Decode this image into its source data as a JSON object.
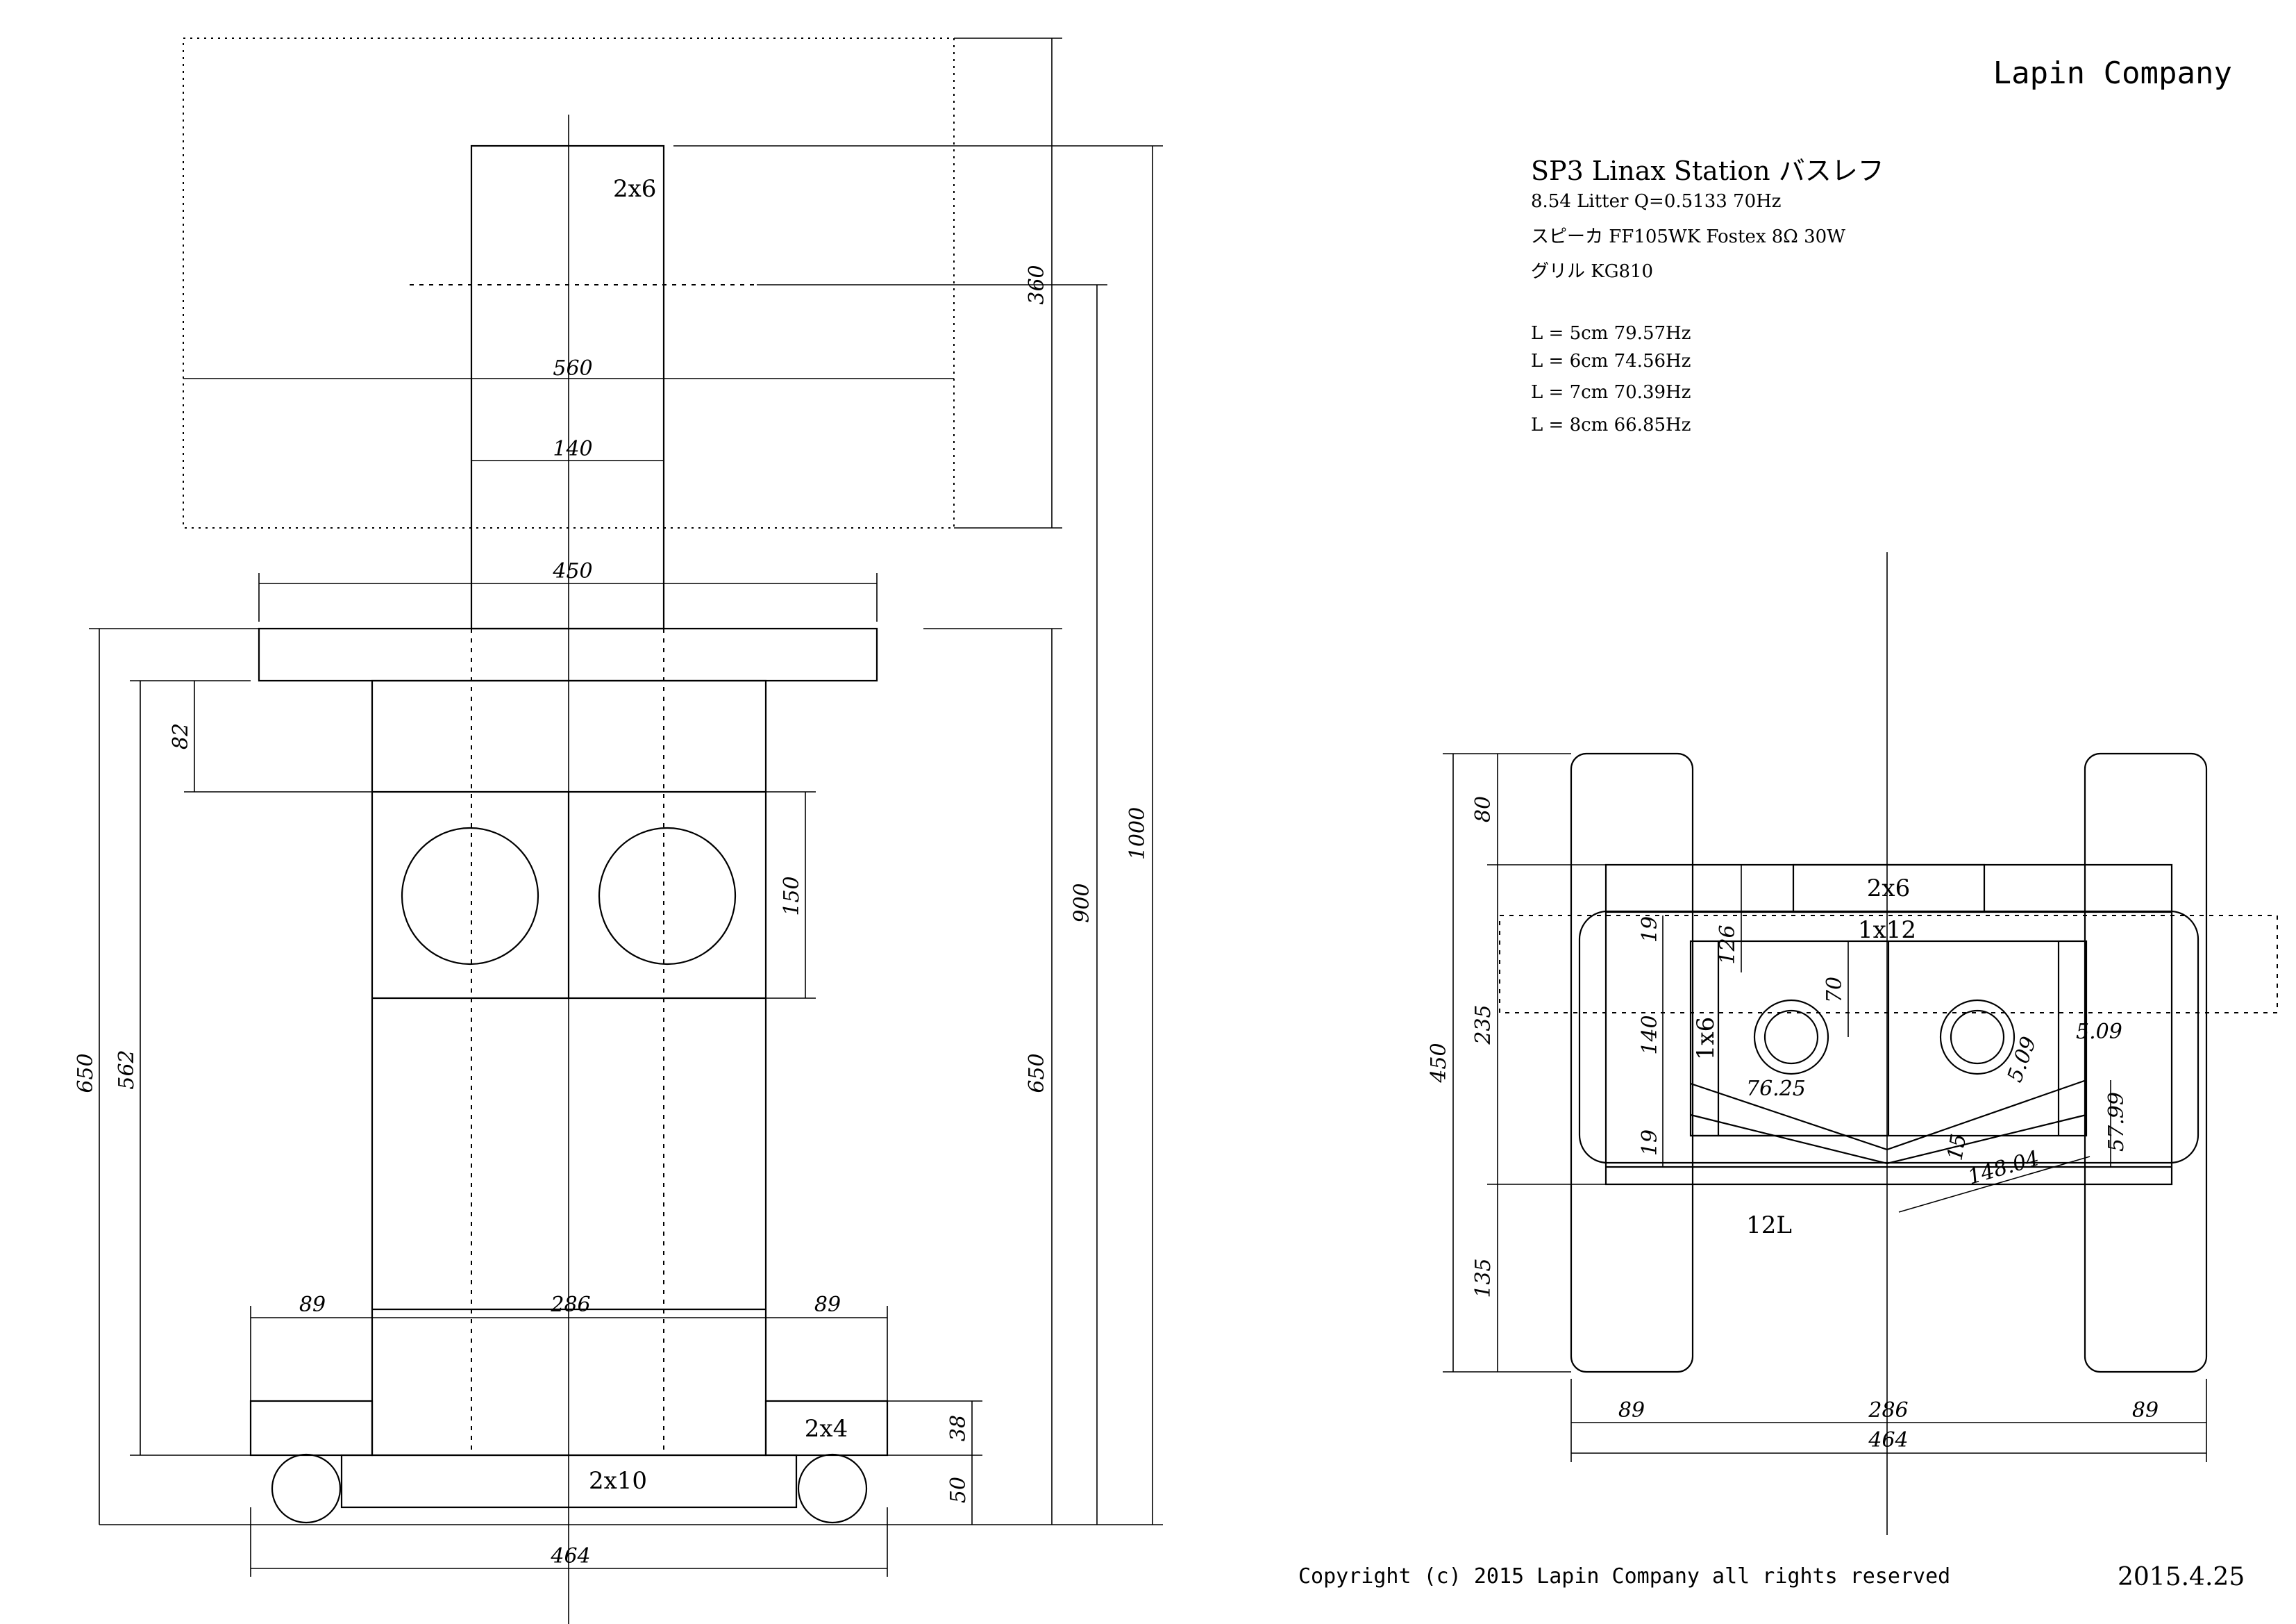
{
  "header": {
    "company": "Lapin Company",
    "title": "SP3 Linax Station バスレフ",
    "specs": [
      "8.54 Litter Q=0.5133 70Hz",
      "スピーカ  FF105WK Fostex   8Ω 30W",
      "グリル  KG810"
    ],
    "port_table": [
      "L = 5cm  79.57Hz",
      "L = 6cm  74.56Hz",
      "L = 7cm  70.39Hz",
      "L = 8cm  66.85Hz"
    ]
  },
  "front_view": {
    "labels": {
      "top_board": "2x6",
      "side_board": "2x4",
      "bottom_board": "2x10"
    },
    "dims": {
      "w560": "560",
      "w140": "140",
      "w450": "450",
      "h360": "360",
      "h1000": "1000",
      "h900": "900",
      "h650_right": "650",
      "h650_left": "650",
      "h562": "562",
      "h82": "82",
      "h150": "150",
      "w89_left": "89",
      "w286": "286",
      "w89_right": "89",
      "h38": "38",
      "h50": "50",
      "w464": "464"
    }
  },
  "top_view": {
    "labels": {
      "board_2x6": "2x6",
      "board_1x12": "1x12",
      "board_1x6": "1x6",
      "volume": "12L"
    },
    "dims": {
      "h80": "80",
      "h235": "235",
      "h450": "450",
      "h135": "135",
      "h19_top": "19",
      "h126": "126",
      "h70": "70",
      "h140": "140",
      "h19_bottom": "19",
      "a76_25": "76.25",
      "a5_09_a": "5.09",
      "a5_09_b": "5.09",
      "a57_99": "57.99",
      "a148_04": "148.04",
      "a15": "15",
      "w89_left": "89",
      "w286": "286",
      "w89_right": "89",
      "w464": "464"
    }
  },
  "footer": {
    "copyright": "Copyright (c) 2015 Lapin Company all rights reserved",
    "date": "2015.4.25"
  }
}
